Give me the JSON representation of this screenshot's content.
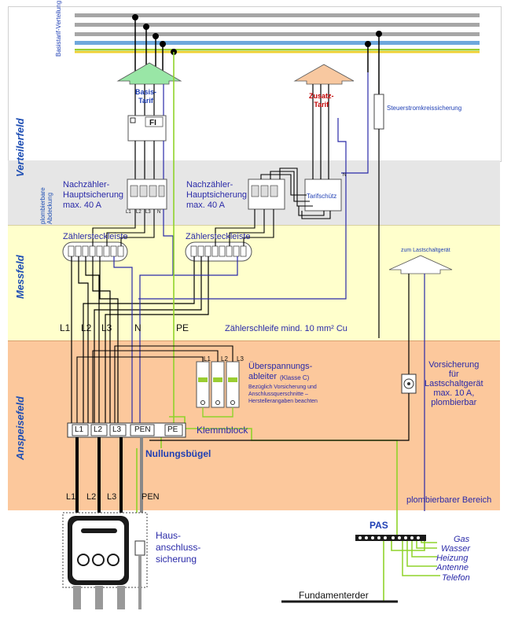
{
  "sections": {
    "verteilerfeld": "Verteilerfeld",
    "plombierbare_abdeckung": "plombierbare Abdeckung",
    "messfeld": "Messfeld",
    "anspeisefeld": "Anspeisefeld"
  },
  "labels": {
    "basistarif_verteilung": "Basistarif-Verteilung",
    "basis_tarif": "Basis-\nTarif",
    "zusatz_tarif": "Zusatz-\nTarif",
    "steuerstrom": "Steuerstromkreissicherung",
    "fi": "FI",
    "nachzaehler1": "Nachzähler-\nHauptsicherung\nmax. 40 A",
    "nachzaehler2": "Nachzähler-\nHauptsicherung\nmax. 40 A",
    "tarifschuetz": "Tarifschütz",
    "n_small": "N",
    "zaehlersteckleiste1": "Zählersteckleiste",
    "zaehlersteckleiste2": "Zählersteckleiste",
    "zum_lastschaltgeraet": "zum Lastschaltgerät",
    "l1": "L1",
    "l2": "L2",
    "l3": "L3",
    "n": "N",
    "pe": "PE",
    "pen": "PEN",
    "zaehlerschleife": "Zählerschleife mind. 10 mm² Cu",
    "ueberspannung_title": "Überspannungs-\nableiter",
    "klasse_c": "(Klasse C)",
    "ueberspannung_note": "Bezüglich Vorsicherung und\nAnschlussquerschnitte –\nHerstellerangaben beachten",
    "vorsicherung": "Vorsicherung\nfür\nLastschaltgerät\nmax. 10 A,\nplombierbar",
    "klemmblock": "Klemmblock",
    "nullungsbuegel": "Nullungsbügel",
    "plombierbarer_bereich": "plombierbarer Bereich",
    "hausanschluss": "Haus-\nanschluss-\nsicherung",
    "pas": "PAS",
    "gas": "Gas",
    "wasser": "Wasser",
    "heizung": "Heizung",
    "antenne": "Antenne",
    "telefon": "Telefon",
    "fundamenterder": "Fundamenterder",
    "terminal_l1": "L1",
    "terminal_l2": "L2",
    "terminal_l3": "L3",
    "terminal_pen": "PEN",
    "terminal_pe": "PE",
    "spd_l1": "L1",
    "spd_l2": "L2",
    "spd_l3": "L3",
    "fuse_l1": "L1",
    "fuse_l2": "L2",
    "fuse_l3": "L3",
    "fuse_n": "N"
  },
  "colors": {
    "verteilerfeld_bg": "#ffffff",
    "abdeckung_bg": "#e6e6e6",
    "messfeld_bg": "#ffffcc",
    "anspeisefeld_bg": "#fcc89c",
    "busbar_grey": "#a6a6a6",
    "busbar_blue": "#6ea8dc",
    "busbar_green": "#9acd32",
    "basis_arrow": "#99e6a6",
    "zusatz_arrow": "#f8c8a0",
    "wire_blue": "#2a2aa8",
    "wire_green": "#8fd32a",
    "section_label": "#1f4fb4"
  }
}
